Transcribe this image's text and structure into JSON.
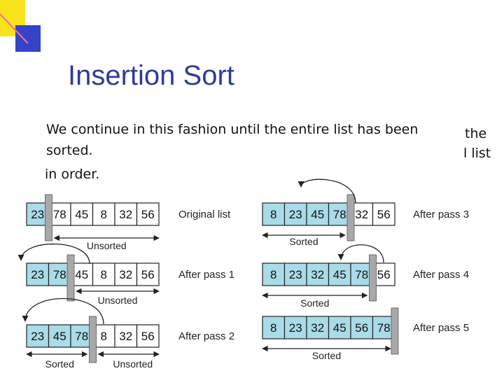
{
  "slide": {
    "title": "Insertion Sort",
    "line1": "We continue in this fashion until the entire list has been",
    "line2": "sorted.",
    "line3": "in order.",
    "fragment_the": "the",
    "fragment_list": "l list"
  },
  "colors": {
    "title": "#2e3b9a",
    "cell_sorted": "#a9dbe8",
    "cell_unsorted": "#ffffff",
    "marker": "#a8a8a8",
    "corner_yellow": "#f7e31c",
    "corner_blue": "#3543c8"
  },
  "diagram": {
    "panels": [
      {
        "values": [
          "23",
          "78",
          "45",
          "8",
          "32",
          "56"
        ],
        "sorted": 1,
        "label": "Original list",
        "bottom": [
          {
            "label": "Unsorted"
          }
        ]
      },
      {
        "values": [
          "23",
          "78",
          "45",
          "8",
          "32",
          "56"
        ],
        "sorted": 2,
        "label": "After pass 1",
        "bottom": [
          {
            "label": "Unsorted"
          }
        ]
      },
      {
        "values": [
          "23",
          "45",
          "78",
          "8",
          "32",
          "56"
        ],
        "sorted": 3,
        "label": "After pass 2",
        "bottom": [
          {
            "label": "Sorted"
          },
          {
            "label": "Unsorted"
          }
        ]
      },
      {
        "values": [
          "8",
          "23",
          "45",
          "78",
          "32",
          "56"
        ],
        "sorted": 4,
        "label": "After pass 3",
        "bottom": [
          {
            "label": "Sorted"
          }
        ]
      },
      {
        "values": [
          "8",
          "23",
          "32",
          "45",
          "78",
          "56"
        ],
        "sorted": 5,
        "label": "After pass 4",
        "bottom": [
          {
            "label": "Sorted"
          }
        ]
      },
      {
        "values": [
          "8",
          "23",
          "32",
          "45",
          "56",
          "78"
        ],
        "sorted": 6,
        "label": "After pass 5",
        "bottom": [
          {
            "label": "Sorted"
          }
        ]
      }
    ]
  }
}
